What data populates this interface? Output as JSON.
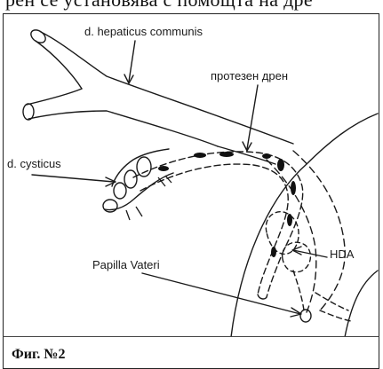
{
  "header_fragment": "рен се установява с помощта на дре",
  "labels": {
    "hepaticus": "d. hepaticus communis",
    "prosthesis": "протезен дрен",
    "cysticus": "d. cysticus",
    "hda": "HDA",
    "papilla": "Papilla Vateri"
  },
  "caption": "Фиг. №2"
}
